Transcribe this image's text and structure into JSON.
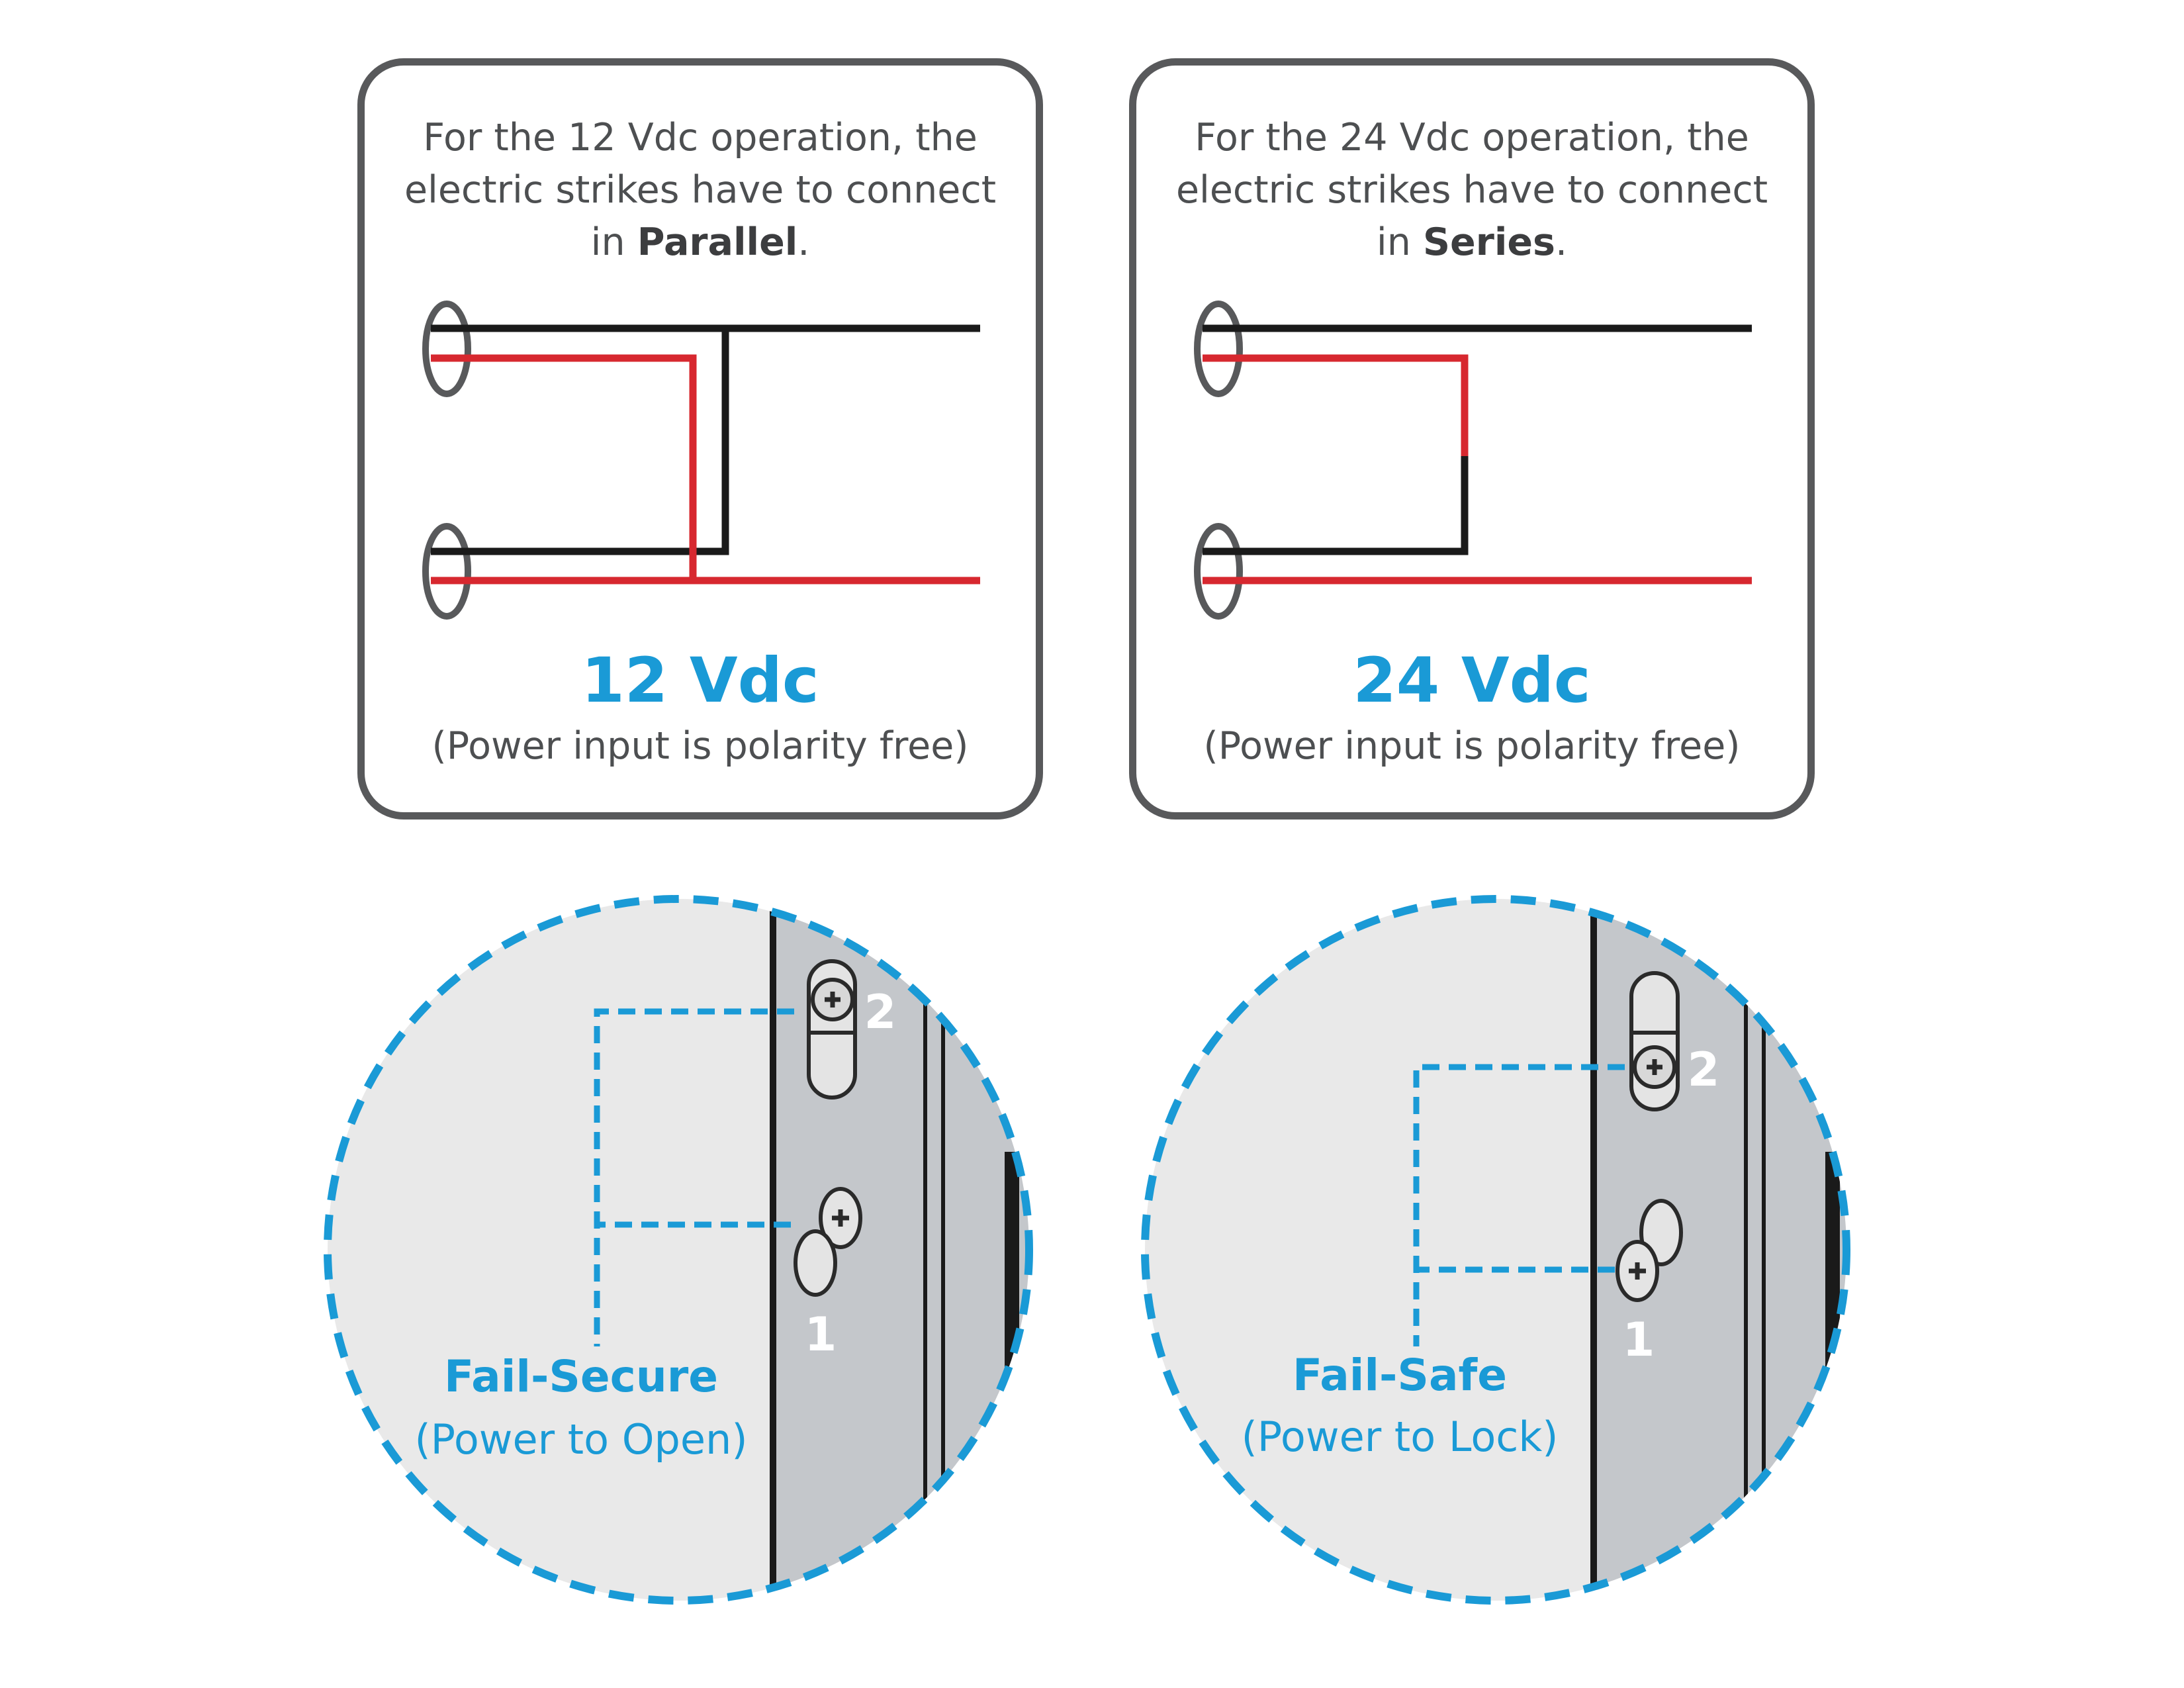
{
  "parallel_panel": {
    "caption_line1": "For the 12 Vdc operation, the",
    "caption_line2": "electric strikes have to connect",
    "caption_prefix": "in ",
    "caption_bold": "Parallel",
    "caption_suffix": ".",
    "voltage": "12 Vdc",
    "note": "(Power input is polarity free)"
  },
  "series_panel": {
    "caption_line1": "For the 24 Vdc operation, the",
    "caption_line2": "electric strikes have to connect",
    "caption_prefix": "in ",
    "caption_bold": "Series",
    "caption_suffix": ".",
    "voltage": "24 Vdc",
    "note": "(Power input is polarity free)"
  },
  "fail_secure": {
    "title": "Fail-Secure",
    "subtitle": "(Power to Open)",
    "terminal_1": "1",
    "terminal_2": "2"
  },
  "fail_safe": {
    "title": "Fail-Safe",
    "subtitle": "(Power to Lock)",
    "terminal_1": "1",
    "terminal_2": "2"
  },
  "colors": {
    "accent_blue": "#1a9ad6",
    "wire_red": "#d7282f",
    "wire_black": "#1a1a1a",
    "frame_gray": "#58595b",
    "door_light": "#e9e9e9",
    "strike_gray": "#c4c7cb"
  }
}
